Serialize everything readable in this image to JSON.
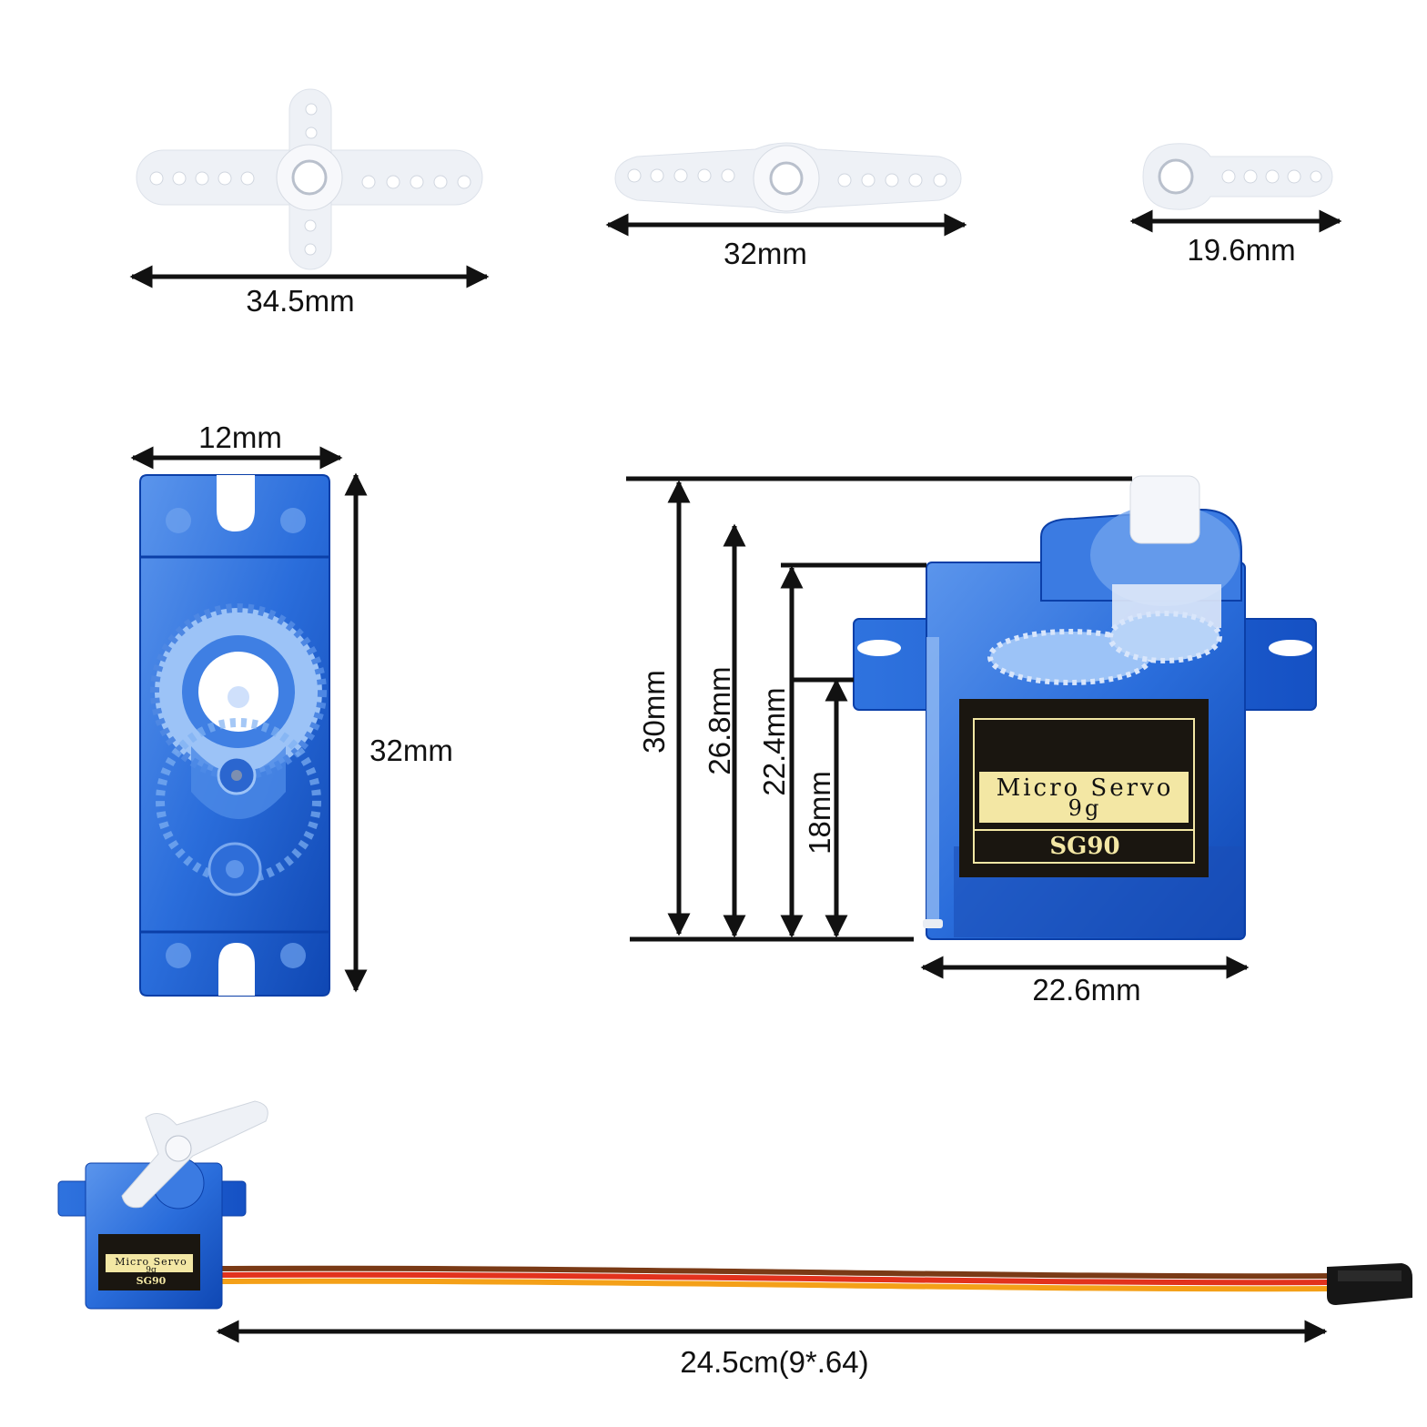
{
  "dimensions": {
    "horn_cross_width": "34.5mm",
    "horn_double_width": "32mm",
    "horn_single_width": "19.6mm",
    "servo_front_width": "12mm",
    "servo_front_height": "32mm",
    "servo_total_height": "30mm",
    "servo_body_height": "26.8mm",
    "servo_tab_height": "22.4mm",
    "servo_base_to_tab": "18mm",
    "servo_side_width": "22.6mm",
    "cable_length": "24.5cm(9*.64)"
  },
  "servo_label": {
    "line1": "Micro Servo",
    "line2": "9g",
    "model": "SG90"
  },
  "colors": {
    "servo_blue": "#1f63d6",
    "servo_blue_light": "#6fa3ee",
    "servo_blue_dark": "#0b3fa8",
    "horn_white": "#f2f4f8",
    "label_gold": "#f3e7a4",
    "label_black": "#1a1610",
    "wire_brown": "#7a3a16",
    "wire_red": "#e2321d",
    "wire_orange": "#f4a018",
    "connector_black": "#161616",
    "arrow_black": "#111111"
  }
}
